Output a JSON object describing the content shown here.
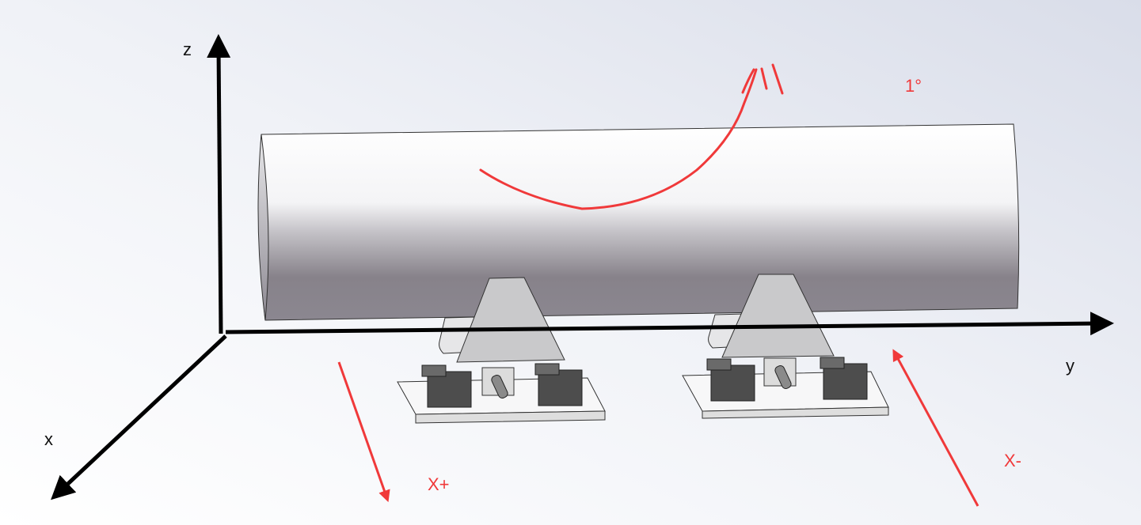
{
  "axes": {
    "z_label": "z",
    "y_label": "y",
    "x_label": "x"
  },
  "annotations": {
    "rotation": "1°",
    "x_plus": "X+",
    "x_minus": "X-"
  },
  "colors": {
    "annotation": "#f0393a",
    "axis": "#000000",
    "background": "#e2e6f0"
  }
}
